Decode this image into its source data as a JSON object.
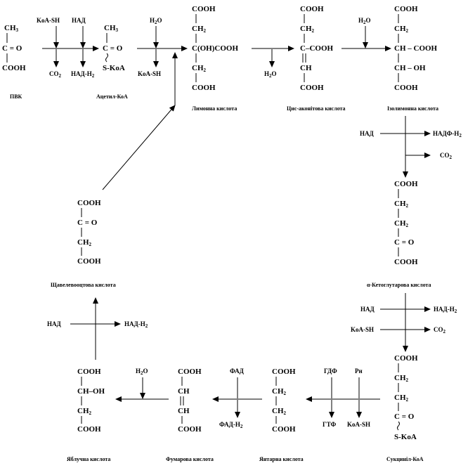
{
  "ch3": "CH",
  "sub3": "3",
  "cdo": "C = O",
  "cooh": "COOH",
  "ch2": "CH",
  "sub2": "2",
  "c_oh_cooh": "C(OH)COOH",
  "c_cooh": "C–COOH",
  "ch": "CH",
  "ch_cooh": "CH – COOH",
  "ch_oh": "CH – OH",
  "ch_oh2": "CH–OH",
  "s_koa": "S-KoA",
  "r": {
    "koash": "KoA-SH",
    "nad": "НАД",
    "co": "CO",
    "nadh": "НАД-Н",
    "h2o_h": "H",
    "h2o_o": "O",
    "nadfh": "НАДФ-Н",
    "fad": "ФАД",
    "fadh": "ФАД-Н",
    "gdf": "ГДФ",
    "gtf": "ГТФ",
    "pn": "Рн"
  },
  "n": {
    "pvk": "ПВК",
    "acetyl": "Ацетил-КоА",
    "citric": "Лимонна кислота",
    "cisacon": "Цис-аконітова кислота",
    "isocitric": "Ізолимонна кислота",
    "akg": "α-Кетоглутарова кислота",
    "succoa": "Сукциніл-КоА",
    "succinic": "Янтарна кислота",
    "fumaric": "Фумарова кислота",
    "malic": "Яблучна кислота",
    "oxaloacetic": "Щавелевооцтова кислота"
  }
}
